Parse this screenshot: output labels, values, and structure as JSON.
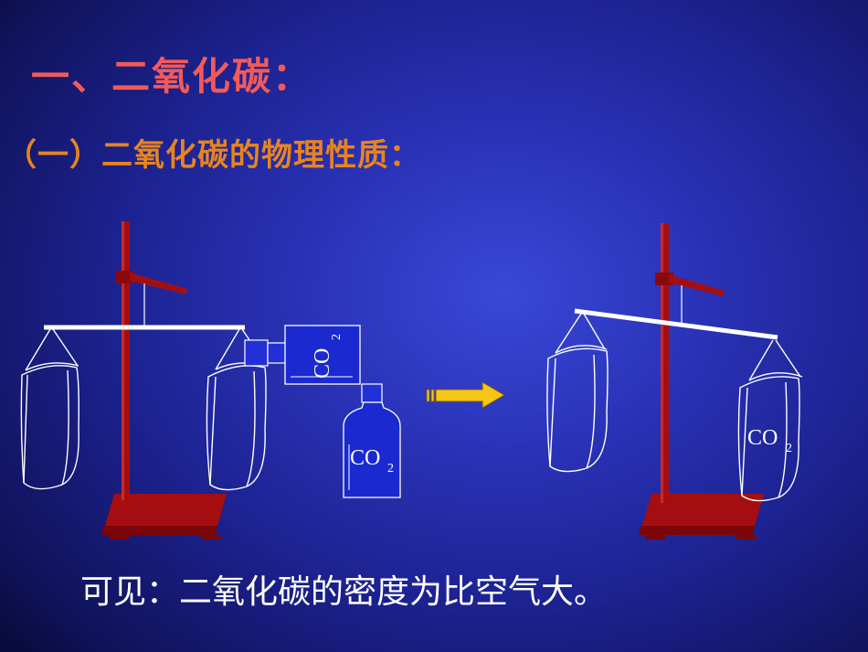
{
  "slide": {
    "title": "一、二氧化碳：",
    "subtitle": "（一）二氧化碳的物理性质：",
    "conclusion": "可见：二氧化碳的密度为比空气大。"
  },
  "labels": {
    "co2_main": "CO",
    "co2_sub": "2"
  },
  "colors": {
    "background": "#2a33b8",
    "title": "#f25a5a",
    "subtitle": "#e8841e",
    "stand": "#a50e10",
    "arrow": "#f5c518",
    "bottle": "#1a2ad0"
  },
  "icons": [
    "balance-stand-icon",
    "paper-bag-icon",
    "gas-bottle-icon",
    "right-arrow-icon"
  ]
}
